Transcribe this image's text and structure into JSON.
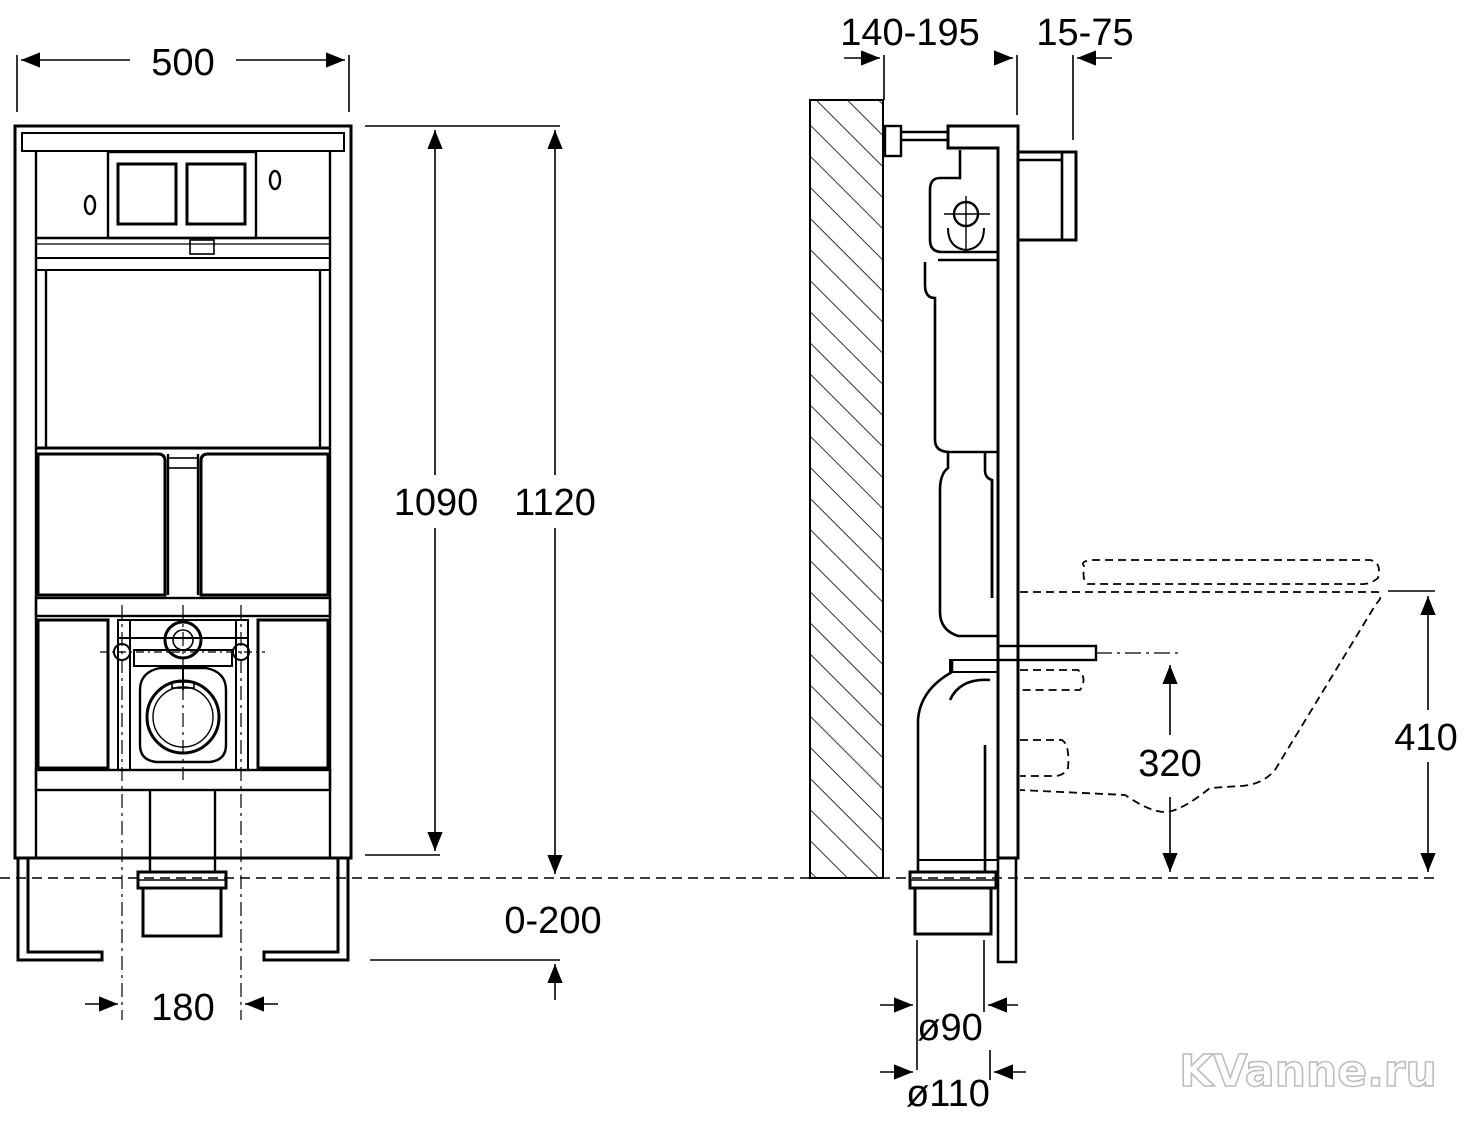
{
  "front_view": {
    "width_label": "500",
    "height_label_inner": "1090",
    "height_label_outer": "1120",
    "leg_adjust_label": "0-200",
    "bolt_spacing_label": "180"
  },
  "side_view": {
    "wall_gap_label": "140-195",
    "panel_offset_label": "15-75",
    "drain_height_label": "320",
    "seat_height_label": "410",
    "inner_diameter_label": "ø90",
    "outer_diameter_label": "ø110"
  },
  "watermark": "KVanne.ru"
}
